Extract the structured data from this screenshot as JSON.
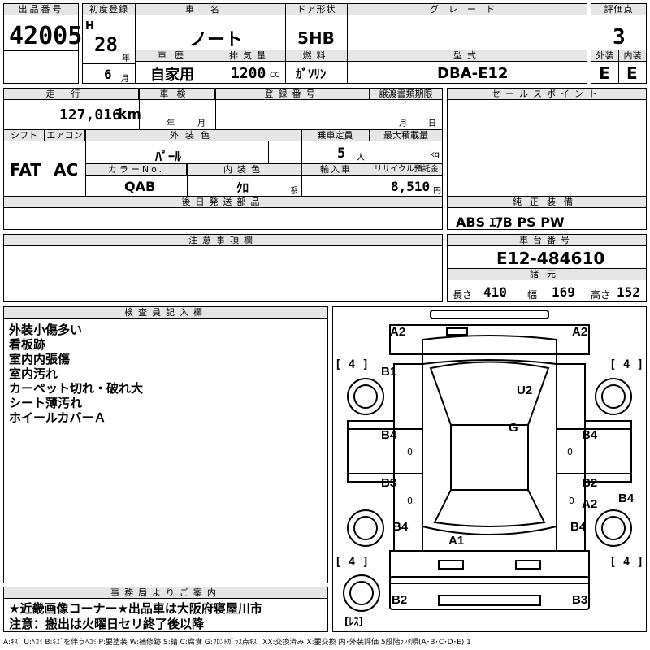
{
  "header": {
    "lot_label": "出品番号",
    "lot_number": "42005",
    "first_reg_label": "初度登録",
    "era": "H",
    "year": "28",
    "year_unit": "年",
    "month": "6",
    "month_unit": "月",
    "car_name_label": "車名",
    "car_name": "ノート",
    "door_label": "ドア形状",
    "door": "5HB",
    "grade_label": "グレード",
    "grade": "",
    "score_label": "評価点",
    "score": "3",
    "history_label": "車歴",
    "history": "自家用",
    "displacement_label": "排気量",
    "displacement": "1200",
    "displacement_unit": "CC",
    "fuel_label": "燃料",
    "fuel": "ｶﾞｿﾘﾝ",
    "model_label": "型式",
    "model": "DBA-E12",
    "exterior_label": "外装",
    "exterior": "E",
    "interior_label": "内装",
    "interior": "E"
  },
  "specs": {
    "mileage_label": "走行",
    "mileage": "127,016",
    "mileage_unit": "km",
    "inspection_label": "車検",
    "inspection_year_unit": "年",
    "inspection_month_unit": "月",
    "registration_label": "登録番号",
    "transfer_label": "譲渡書類期限",
    "transfer_month_unit": "月",
    "transfer_day_unit": "日",
    "shift_label": "シフト",
    "shift": "FAT",
    "aircon_label": "エアコン",
    "aircon": "AC",
    "color_label": "外装色",
    "color": "ﾊﾟｰﾙ",
    "capacity_label": "乗車定員",
    "capacity": "5",
    "capacity_unit": "人",
    "load_label": "最大積載量",
    "load_unit": "kg",
    "color_no_label": "カラーNo.",
    "color_no": "QAB",
    "interior_color_label": "内装色",
    "interior_color": "ｸﾛ",
    "interior_color_unit": "系",
    "import_label": "輸入車",
    "recycle_label": "リサイクル預託金",
    "recycle": "8,510",
    "recycle_unit": "円",
    "later_parts_label": "後日発送部品"
  },
  "sales": {
    "sales_points_label": "セールスポイント",
    "equipment_label": "純正装備",
    "equipment": "ABS ｴｱB PS PW",
    "chassis_label": "車台番号",
    "chassis": "E12-484610",
    "dims_label": "諸元",
    "length_label": "長さ",
    "length": "410",
    "width_label": "幅",
    "width": "169",
    "height_label": "高さ",
    "height": "152"
  },
  "notes": {
    "caution_label": "注意事項欄",
    "inspector_label": "検査員記入欄",
    "inspector_lines": [
      "外装小傷多い",
      "看板跡",
      "室内内張傷",
      "室内汚れ",
      "カーペット切れ・破れ大",
      "シート薄汚れ",
      "ホイールカバーＡ"
    ],
    "office_label": "事務局よりご案内",
    "office_lines": [
      "★近畿画像コーナー★出品車は大阪府寝屋川市",
      "注意：搬出は火曜日セリ終了後以降"
    ]
  },
  "diagram": {
    "marks": {
      "a2_fl": "A2",
      "a2_fr": "A2",
      "b1": "B1",
      "u2": "U2",
      "g": "G",
      "b4_l1": "B4",
      "b4_r1": "B4",
      "b3": "B3",
      "b2_r": "B2",
      "a2_r": "A2",
      "b4_side": "B4",
      "b4_l2": "B4",
      "b4_r2": "B4",
      "a1": "A1",
      "b2_b": "B2",
      "b3_b": "B3"
    },
    "tyres": {
      "fl": "[ 4 ]",
      "fr": "[ 4 ]",
      "rl": "[ 4 ]",
      "rr": "[ 4 ]"
    },
    "spare": "[ﾚｽ]",
    "zero_l1": "0",
    "zero_r1": "0",
    "zero_l2": "0",
    "zero_r2": "0"
  },
  "legend": "A:ｷｽﾞ U:ﾍｺﾐ B:ｷｽﾞを伴うﾍｺﾐ P:要塗装 W:補修跡 S:錆 C:腐食 G:ﾌﾛﾝﾄｶﾞﾗｽ点ｷｽﾞ XX:交換済み X:要交換 内･外装評価 5段階ﾗﾝｸ順(A･B･C･D･E) 1"
}
